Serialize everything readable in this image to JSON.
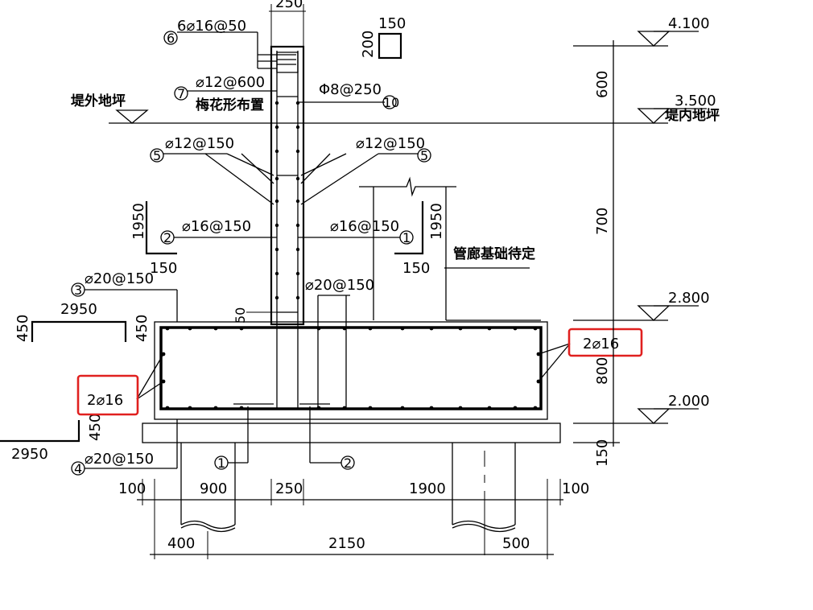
{
  "dimensions": {
    "col_top_width": "250",
    "stirrup_sec_w": "150",
    "stirrup_sec_h": "200",
    "wall_h_left": "1950",
    "wall_w_left": "150",
    "wall_h_right": "1950",
    "wall_w_right": "150",
    "footing_w_top": "2950",
    "footing_h_top": "450",
    "footing_h_side": "450",
    "footing_w_bot": "2950",
    "footing_h_bot": "450",
    "dim_50": "50",
    "elev_600": "600",
    "elev_700": "700",
    "elev_800": "800",
    "elev_150": "150",
    "bottom_100a": "100",
    "bottom_900": "900",
    "bottom_250": "250",
    "bottom_1900": "1900",
    "bottom_100b": "100",
    "bottom_400": "400",
    "bottom_2150": "2150",
    "bottom_500": "500"
  },
  "elevations": {
    "e1": "4.100",
    "e2": "3.500",
    "e3": "2.800",
    "e4": "2.000"
  },
  "labels": {
    "outside_ground": "堤外地坪",
    "inside_ground": "堤内地坪",
    "plum_layout": "梅花形布置",
    "pipe_foundation": "管廊基础待定"
  },
  "rebar": {
    "r6": "6⌀16@50",
    "r7": "⌀12@600",
    "r10": "Φ8@250",
    "r5_left": "⌀12@150",
    "r5_right": "⌀12@150",
    "r2_mid": "⌀16@150",
    "r1_mid": "⌀16@150",
    "r3": "⌀20@150",
    "r_center": "⌀20@150",
    "r4": "⌀20@150",
    "side_left": "2⌀16",
    "side_right": "2⌀16"
  },
  "markers": {
    "m6": "6",
    "m7": "7",
    "m10": "10",
    "m5a": "5",
    "m5b": "5",
    "m2a": "2",
    "m1a": "1",
    "m3": "3",
    "m4": "4",
    "m1b": "1",
    "m2b": "2"
  },
  "highlight_color": "#e0201f"
}
